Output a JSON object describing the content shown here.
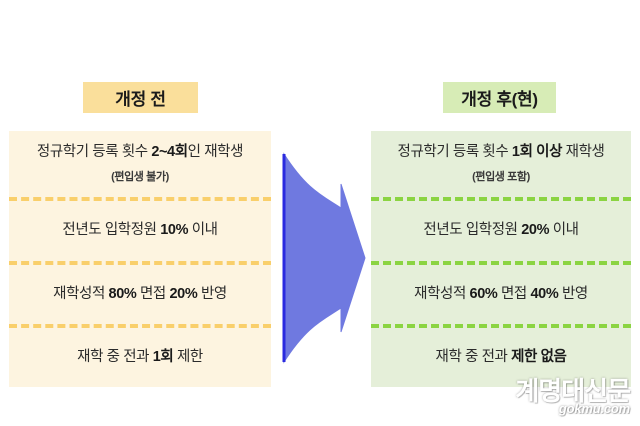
{
  "background_color": "#ffffff",
  "before": {
    "header_label": "개정 전",
    "header_color": "#fadf9b",
    "panel_color": "#fdf4e0",
    "divider_color": "#f9cf6b",
    "rows": [
      {
        "main": "정규학기 등록 횟수 2~4회인 재학생",
        "sub": "(편입생 불가)"
      },
      {
        "main": "전년도 입학정원 10% 이내",
        "sub": ""
      },
      {
        "main": "재학성적 80% 면접 20% 반영",
        "sub": ""
      },
      {
        "main": "재학 중 전과 1회 제한",
        "sub": ""
      }
    ]
  },
  "after": {
    "header_label": "개정 후(현)",
    "header_color": "#d7ecb6",
    "panel_color": "#e5efd9",
    "divider_color": "#8bd442",
    "rows": [
      {
        "main": "정규학기 등록 횟수 1회 이상 재학생",
        "sub": "(편입생 포함)"
      },
      {
        "main": "전년도 입학정원 20% 이내",
        "sub": ""
      },
      {
        "main": "재학성적 60% 면접 40% 반영",
        "sub": ""
      },
      {
        "main": "재학 중 전과 제한 없음",
        "sub": ""
      }
    ]
  },
  "arrow": {
    "icon": "right-arrow-icon",
    "fill_color": "#6f79e0",
    "edge_color": "#2a2ae0",
    "direction": "right"
  },
  "watermark": {
    "title": "계명대신문",
    "domain": "gokmu.com"
  }
}
